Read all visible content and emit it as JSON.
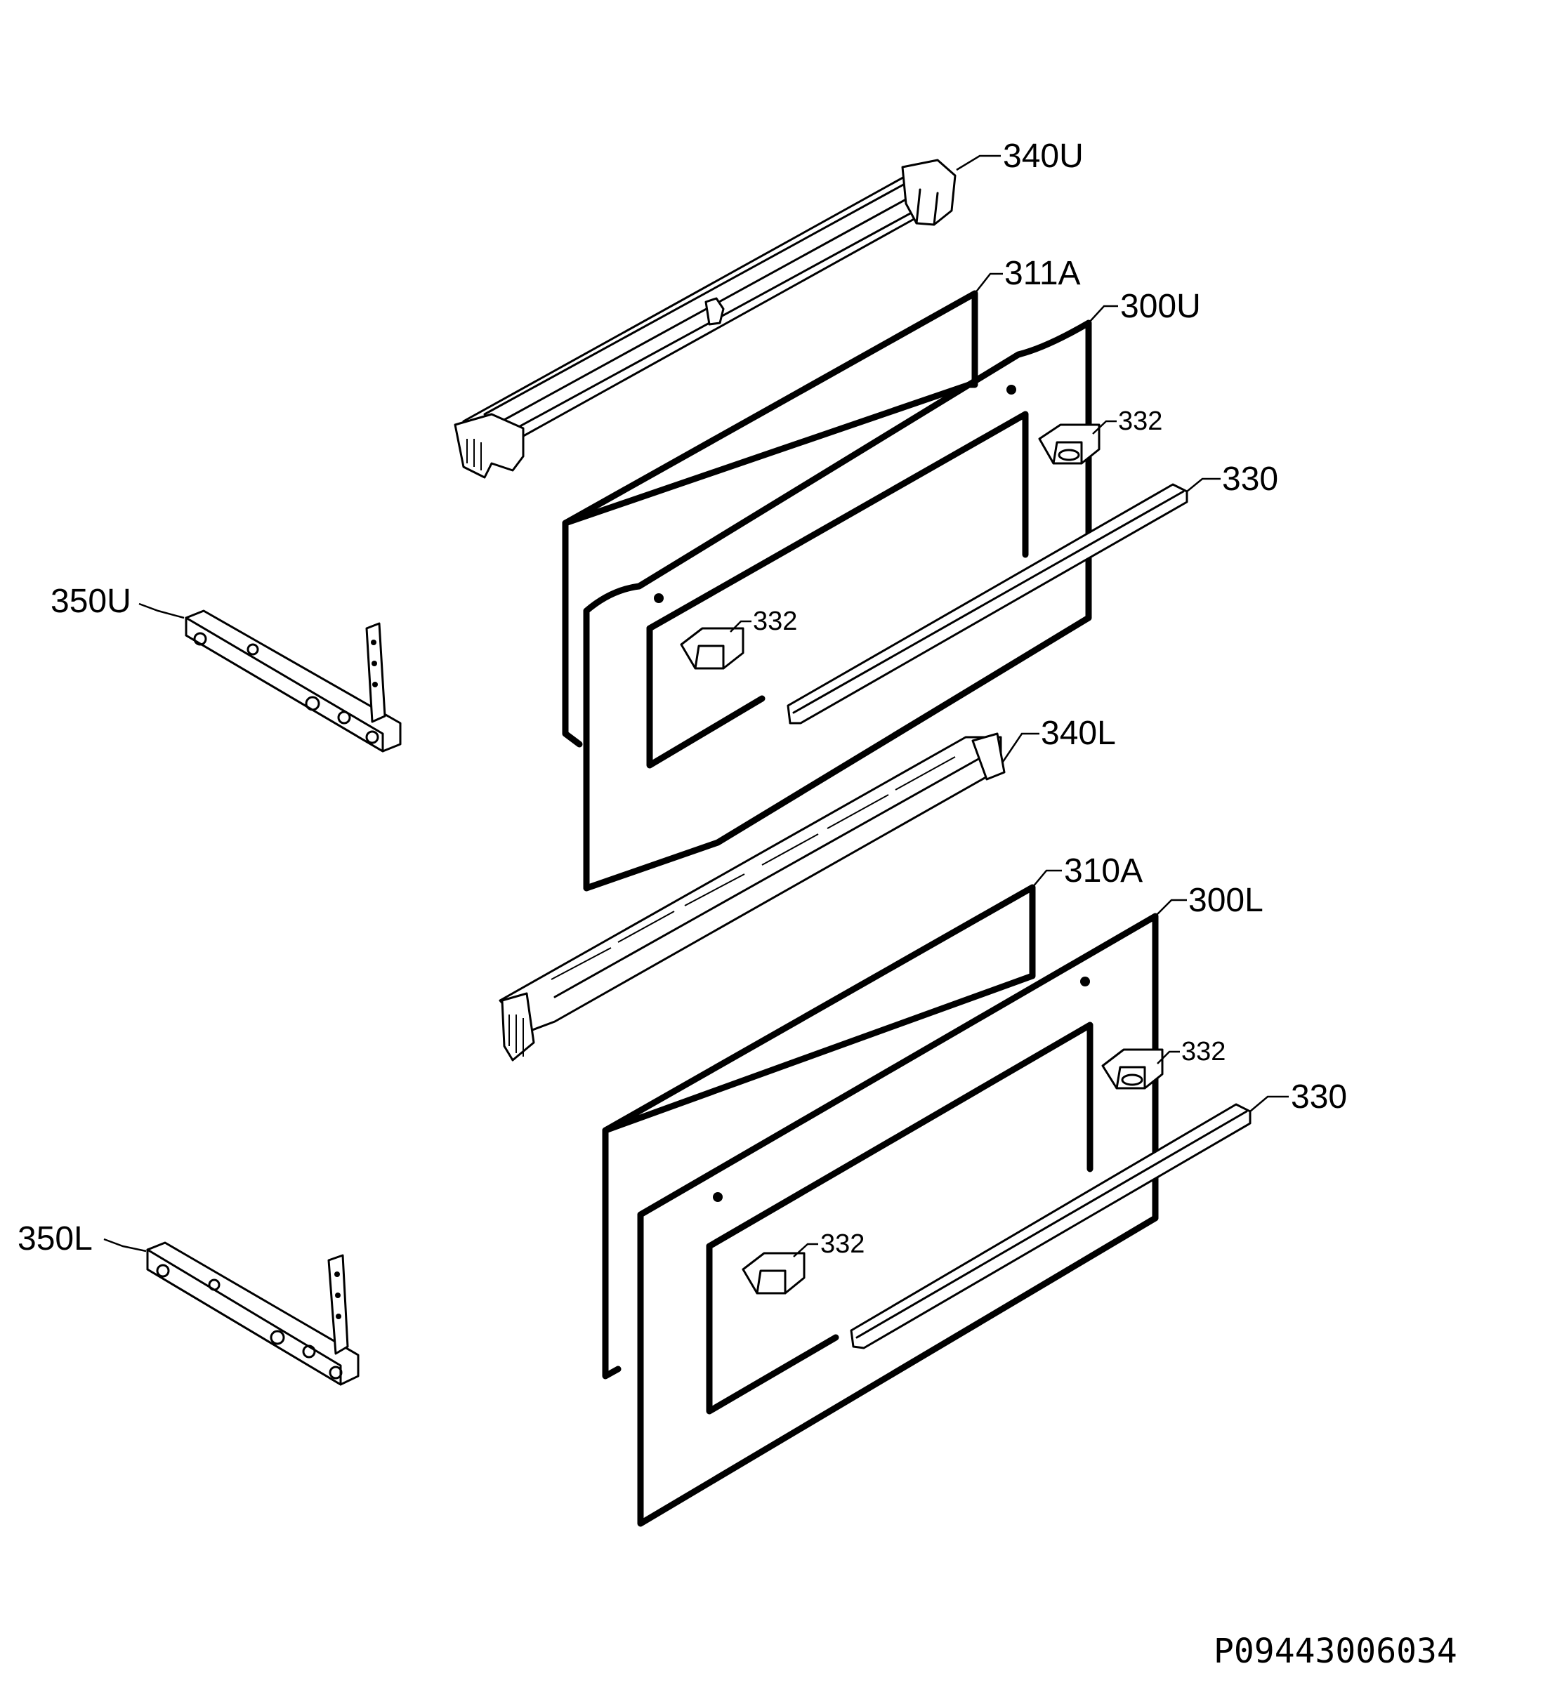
{
  "diagram_code": "P09443006034",
  "labels": {
    "l340U": "340U",
    "l311A": "311A",
    "l300U": "300U",
    "l332a": "332",
    "l330a": "330",
    "l350U": "350U",
    "l332b": "332",
    "l340L": "340L",
    "l310A": "310A",
    "l300L": "300L",
    "l332c": "332",
    "l330b": "330",
    "l350L": "350L",
    "l332d": "332"
  }
}
